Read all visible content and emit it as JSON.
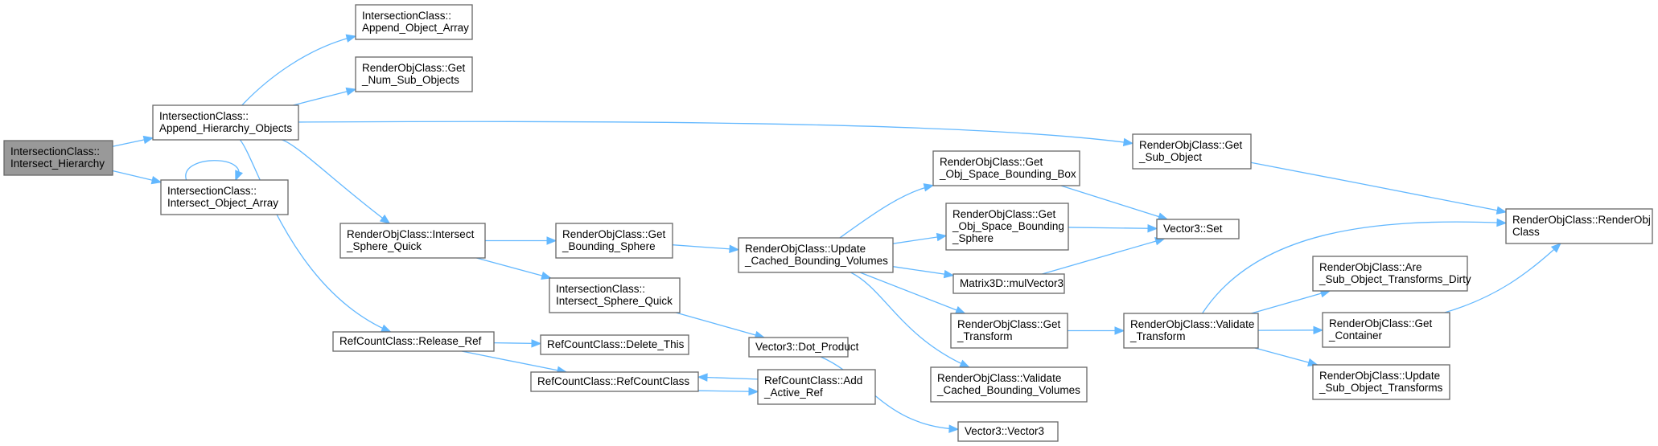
{
  "graph": {
    "edge_color": "#63b8ff",
    "root_fill": "#999999",
    "node_fill": "#ffffff",
    "node_border": "#666666",
    "nodes": [
      {
        "id": "n_ih",
        "lines": [
          "IntersectionClass::",
          "Intersect_Hierarchy"
        ],
        "root": true
      },
      {
        "id": "n_aho",
        "lines": [
          "IntersectionClass::",
          "Append_Hierarchy_Objects"
        ]
      },
      {
        "id": "n_ioa",
        "lines": [
          "IntersectionClass::",
          "Intersect_Object_Array"
        ]
      },
      {
        "id": "n_aoa",
        "lines": [
          "IntersectionClass::",
          "Append_Object_Array"
        ]
      },
      {
        "id": "n_gnso",
        "lines": [
          "RenderObjClass::Get",
          "_Num_Sub_Objects"
        ]
      },
      {
        "id": "n_gso",
        "lines": [
          "RenderObjClass::Get",
          "_Sub_Object"
        ]
      },
      {
        "id": "n_risq",
        "lines": [
          "RenderObjClass::Intersect",
          "_Sphere_Quick"
        ]
      },
      {
        "id": "n_rr",
        "lines": [
          "RefCountClass::Release_Ref"
        ]
      },
      {
        "id": "n_roc",
        "lines": [
          "RenderObjClass::RenderObj",
          "Class"
        ]
      },
      {
        "id": "n_gbs",
        "lines": [
          "RenderObjClass::Get",
          "_Bounding_Sphere"
        ]
      },
      {
        "id": "n_iisq",
        "lines": [
          "IntersectionClass::",
          "Intersect_Sphere_Quick"
        ]
      },
      {
        "id": "n_dt",
        "lines": [
          "RefCountClass::Delete_This"
        ]
      },
      {
        "id": "n_rcc",
        "lines": [
          "RefCountClass::RefCountClass"
        ]
      },
      {
        "id": "n_ucbv",
        "lines": [
          "RenderObjClass::Update",
          "_Cached_Bounding_Volumes"
        ]
      },
      {
        "id": "n_dp",
        "lines": [
          "Vector3::Dot_Product"
        ]
      },
      {
        "id": "n_aar",
        "lines": [
          "RefCountClass::Add",
          "_Active_Ref"
        ]
      },
      {
        "id": "n_gosbb",
        "lines": [
          "RenderObjClass::Get",
          "_Obj_Space_Bounding_Box"
        ]
      },
      {
        "id": "n_gosbs",
        "lines": [
          "RenderObjClass::Get",
          "_Obj_Space_Bounding",
          "_Sphere"
        ]
      },
      {
        "id": "n_mv",
        "lines": [
          "Matrix3D::mulVector3"
        ]
      },
      {
        "id": "n_gt",
        "lines": [
          "RenderObjClass::Get",
          "_Transform"
        ]
      },
      {
        "id": "n_vcbv",
        "lines": [
          "RenderObjClass::Validate",
          "_Cached_Bounding_Volumes"
        ]
      },
      {
        "id": "n_v3",
        "lines": [
          "Vector3::Vector3"
        ]
      },
      {
        "id": "n_set",
        "lines": [
          "Vector3::Set"
        ]
      },
      {
        "id": "n_vt",
        "lines": [
          "RenderObjClass::Validate",
          "_Transform"
        ]
      },
      {
        "id": "n_asotd",
        "lines": [
          "RenderObjClass::Are",
          "_Sub_Object_Transforms_Dirty"
        ]
      },
      {
        "id": "n_gc",
        "lines": [
          "RenderObjClass::Get",
          "_Container"
        ]
      },
      {
        "id": "n_usot",
        "lines": [
          "RenderObjClass::Update",
          "_Sub_Object_Transforms"
        ]
      }
    ],
    "edges": [
      [
        "n_ih",
        "n_aho"
      ],
      [
        "n_ih",
        "n_ioa"
      ],
      [
        "n_ioa",
        "n_ioa"
      ],
      [
        "n_aho",
        "n_aoa"
      ],
      [
        "n_aho",
        "n_gnso"
      ],
      [
        "n_aho",
        "n_gso"
      ],
      [
        "n_aho",
        "n_risq"
      ],
      [
        "n_aho",
        "n_rr"
      ],
      [
        "n_gso",
        "n_roc"
      ],
      [
        "n_risq",
        "n_gbs"
      ],
      [
        "n_risq",
        "n_iisq"
      ],
      [
        "n_rr",
        "n_dt"
      ],
      [
        "n_rr",
        "n_rcc"
      ],
      [
        "n_rcc",
        "n_aar"
      ],
      [
        "n_aar",
        "n_rcc"
      ],
      [
        "n_gbs",
        "n_ucbv"
      ],
      [
        "n_iisq",
        "n_dp"
      ],
      [
        "n_dp",
        "n_v3"
      ],
      [
        "n_ucbv",
        "n_gosbb"
      ],
      [
        "n_ucbv",
        "n_gosbs"
      ],
      [
        "n_ucbv",
        "n_mv"
      ],
      [
        "n_ucbv",
        "n_gt"
      ],
      [
        "n_ucbv",
        "n_vcbv"
      ],
      [
        "n_gosbb",
        "n_set"
      ],
      [
        "n_gosbs",
        "n_set"
      ],
      [
        "n_mv",
        "n_set"
      ],
      [
        "n_gt",
        "n_vt"
      ],
      [
        "n_vt",
        "n_roc"
      ],
      [
        "n_vt",
        "n_asotd"
      ],
      [
        "n_vt",
        "n_gc"
      ],
      [
        "n_vt",
        "n_usot"
      ],
      [
        "n_gc",
        "n_roc"
      ]
    ]
  }
}
